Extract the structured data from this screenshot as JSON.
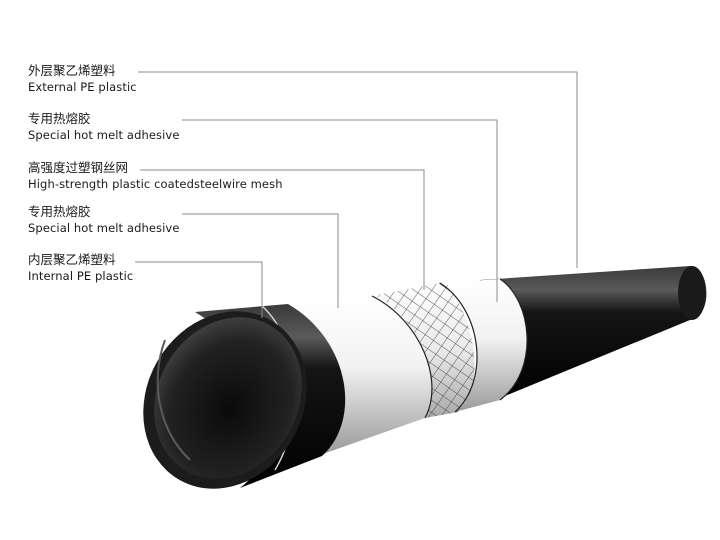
{
  "layers": [
    {
      "cn": "外层聚乙烯塑料",
      "en": "External PE plastic"
    },
    {
      "cn": "专用热熔胶",
      "en": "Special hot melt adhesive"
    },
    {
      "cn": "高强度过塑钢丝网",
      "en": "High-strength plastic coatedsteelwire mesh"
    },
    {
      "cn": "专用热熔胶",
      "en": "Special hot melt adhesive"
    },
    {
      "cn": "内层聚乙烯塑料",
      "en": "Internal PE plastic"
    }
  ]
}
